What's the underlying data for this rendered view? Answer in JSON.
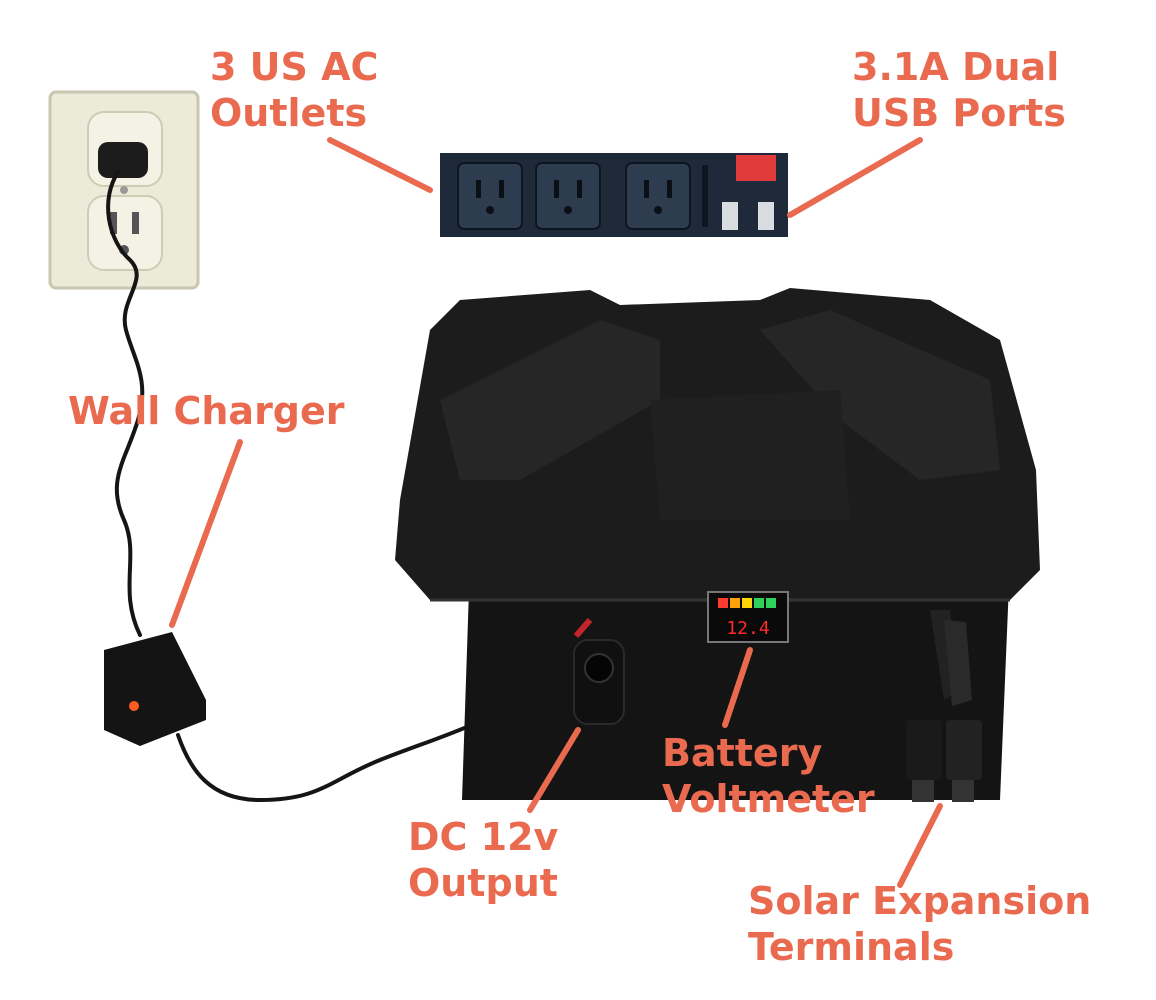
{
  "colors": {
    "label": "#EA6A50",
    "leader": "#EA6A50",
    "battery_box": "#1a1a1a",
    "panel": "#1e2a3a",
    "wall_plate": "#ecead8"
  },
  "labels": {
    "ac_outlets": {
      "line1": "3 US AC",
      "line2": "Outlets"
    },
    "usb_ports": {
      "line1": "3.1A Dual",
      "line2": "USB Ports"
    },
    "wall_charger": {
      "line1": "Wall Charger"
    },
    "battery_voltmeter": {
      "line1": "Battery",
      "line2": "Voltmeter"
    },
    "dc_output": {
      "line1": "DC 12v",
      "line2": "Output"
    },
    "solar_terminals": {
      "line1": "Solar Expansion",
      "line2": "Terminals"
    }
  },
  "voltmeter": {
    "reading": "12.4"
  }
}
